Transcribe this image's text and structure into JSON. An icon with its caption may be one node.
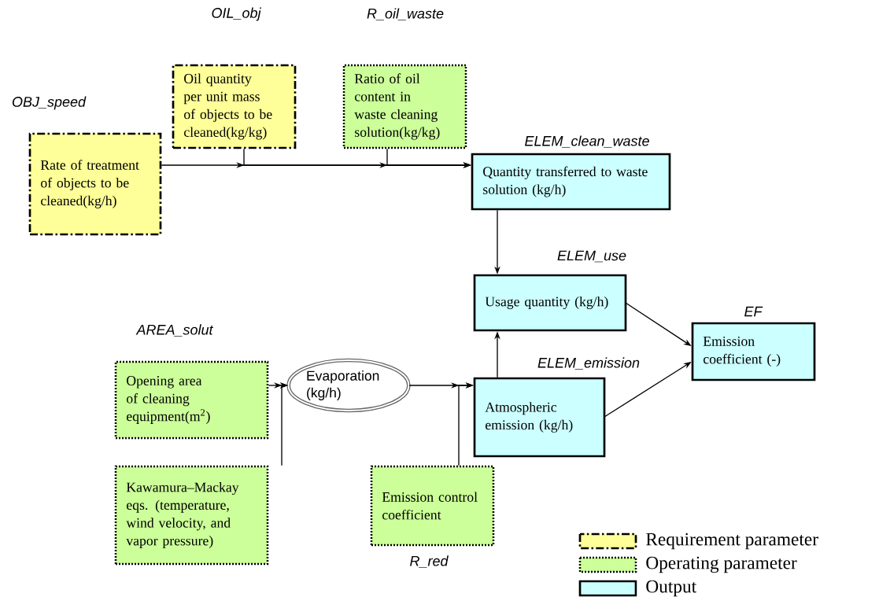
{
  "diagram": {
    "nodes": [
      {
        "text": [
          "OBJ_speed",
          "Rate of treatment of objects to be cleaned(kg/h)"
        ]
      },
      {
        "text": [
          "OIL_obj",
          "Oil quantity per unit mass of objects to be cleaned(kg/kg)"
        ]
      },
      {
        "text": [
          "R_oil_waste",
          "Ratio of oil content in waste cleaning solution(kg/kg)"
        ]
      },
      {
        "text": [
          "ELEM_clean_waste",
          "Quantity transferred to waste solution (kg/h)"
        ]
      },
      {
        "text": [
          "ELEM_use",
          "Usage quantity (kg/h)"
        ]
      },
      {
        "text": [
          "EF",
          "Emission coefficient (-)"
        ]
      },
      {
        "text": [
          "AREA_solut",
          "Opening area of cleaning equipment(m$^{2}$)"
        ]
      },
      {
        "text": [
          "Evaporation (kg/h)"
        ]
      },
      {
        "text": [
          "ELEM_emission",
          "Atmospheric emission (kg/h)"
        ]
      },
      {
        "text": [
          "Kawamura–Mackay eqs. (temperature, wind velocity, and vapor pressure)"
        ]
      },
      {
        "text": [
          "Emission control coefficient",
          "R_red"
        ]
      }
    ],
    "edges": [
      {
        "from": 0,
        "to": 3,
        "arrow": "to"
      },
      {
        "from": 1,
        "to": 3,
        "arrow": "to"
      },
      {
        "from": 2,
        "to": 3,
        "arrow": "to"
      },
      {
        "from": 3,
        "to": 4,
        "arrow": "to"
      },
      {
        "from": 8,
        "to": 4,
        "arrow": "to"
      },
      {
        "from": 4,
        "to": 5,
        "arrow": "to"
      },
      {
        "from": 8,
        "to": 5,
        "arrow": "to"
      },
      {
        "from": 6,
        "to": 7,
        "arrow": "to"
      },
      {
        "from": 9,
        "to": 7,
        "arrow": "to"
      },
      {
        "from": 7,
        "to": 8,
        "arrow": "to"
      },
      {
        "from": 10,
        "to": 8,
        "arrow": "to"
      }
    ],
    "legend": [
      {
        "text": "Requirement parameter",
        "color": "#ffff99"
      },
      {
        "text": "Operating parameter",
        "color": "#ccff99"
      },
      {
        "text": "Output",
        "color": "#ccffff"
      }
    ]
  }
}
